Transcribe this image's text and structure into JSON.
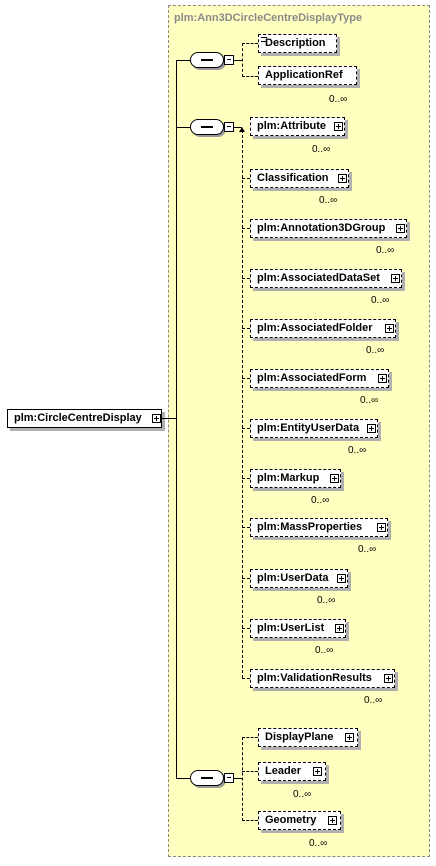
{
  "type_name": "plm:Ann3DCircleCentreDisplayType",
  "root": {
    "label": "plm:CircleCentreDisplay"
  },
  "sequences": [
    {
      "children": [
        {
          "label": "Description",
          "multiplicity": ""
        },
        {
          "label": "ApplicationRef",
          "multiplicity": "0..∞"
        }
      ]
    },
    {
      "children": [
        {
          "label": "plm:Attribute",
          "multiplicity": "0..∞"
        },
        {
          "label": "Classification",
          "multiplicity": "0..∞"
        },
        {
          "label": "plm:Annotation3DGroup",
          "multiplicity": "0..∞"
        },
        {
          "label": "plm:AssociatedDataSet",
          "multiplicity": "0..∞"
        },
        {
          "label": "plm:AssociatedFolder",
          "multiplicity": "0..∞"
        },
        {
          "label": "plm:AssociatedForm",
          "multiplicity": "0..∞"
        },
        {
          "label": "plm:EntityUserData",
          "multiplicity": "0..∞"
        },
        {
          "label": "plm:Markup",
          "multiplicity": "0..∞"
        },
        {
          "label": "plm:MassProperties",
          "multiplicity": "0..∞"
        },
        {
          "label": "plm:UserData",
          "multiplicity": "0..∞"
        },
        {
          "label": "plm:UserList",
          "multiplicity": "0..∞"
        },
        {
          "label": "plm:ValidationResults",
          "multiplicity": "0..∞"
        }
      ]
    },
    {
      "children": [
        {
          "label": "DisplayPlane",
          "multiplicity": ""
        },
        {
          "label": "Leader",
          "multiplicity": "0..∞"
        },
        {
          "label": "Geometry",
          "multiplicity": "0..∞"
        }
      ]
    }
  ]
}
